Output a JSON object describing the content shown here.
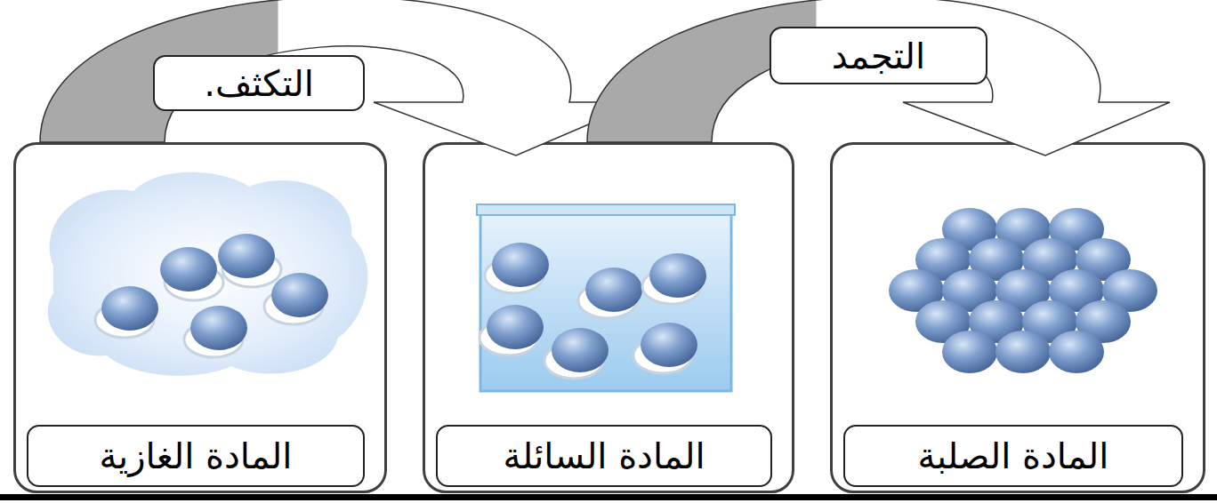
{
  "diagram": {
    "nodes": [
      {
        "text": [
          "المادة الصلبة"
        ]
      },
      {
        "text": [
          "المادة السائلة"
        ]
      },
      {
        "text": [
          "المادة الغازية"
        ]
      }
    ],
    "edges": [
      {
        "from": 2,
        "to": 1,
        "arrow": "to",
        "label": "التكثف."
      },
      {
        "from": 1,
        "to": 0,
        "arrow": "to",
        "label": "التجمد"
      }
    ]
  }
}
